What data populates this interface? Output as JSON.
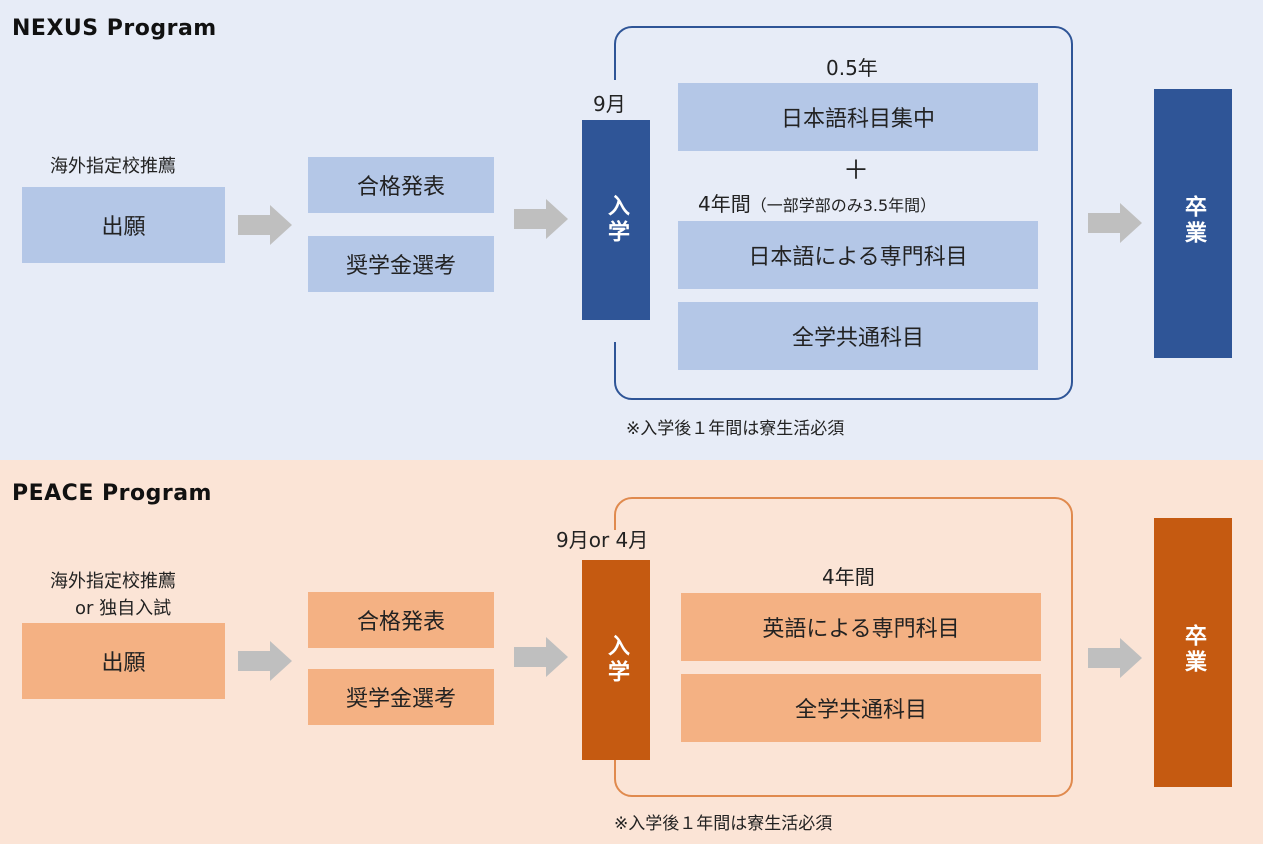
{
  "nexus": {
    "title": "NEXUS Program",
    "apply_note": "海外指定校推薦",
    "apply": "出願",
    "result": "合格発表",
    "scholarship": "奨学金選考",
    "month": "9月",
    "enroll": "入学",
    "period_1": "0.5年",
    "course_1": "日本語科目集中",
    "plus": "＋",
    "period_2": "4年間",
    "period_2_note": "（一部学部のみ3.5年間）",
    "course_2": "日本語による専門科目",
    "course_3": "全学共通科目",
    "dorm_note": "※入学後１年間は寮生活必須",
    "graduate": "卒業",
    "colors": {
      "background": "#e7ecf7",
      "light": "#b4c7e7",
      "dark": "#2f5597"
    }
  },
  "peace": {
    "title": "PEACE Program",
    "apply_note_1": "海外指定校推薦",
    "apply_note_2": "or 独自入試",
    "apply": "出願",
    "result": "合格発表",
    "scholarship": "奨学金選考",
    "month": "9月or 4月",
    "enroll": "入学",
    "period": "4年間",
    "course_1": "英語による専門科目",
    "course_2": "全学共通科目",
    "dorm_note": "※入学後１年間は寮生活必須",
    "graduate": "卒業",
    "colors": {
      "background": "#fbe4d6",
      "light": "#f4b183",
      "dark": "#c55a11"
    }
  },
  "arrow_color": "#bfbfbf",
  "icons": {
    "flow_arrow": "right-arrow-icon"
  }
}
